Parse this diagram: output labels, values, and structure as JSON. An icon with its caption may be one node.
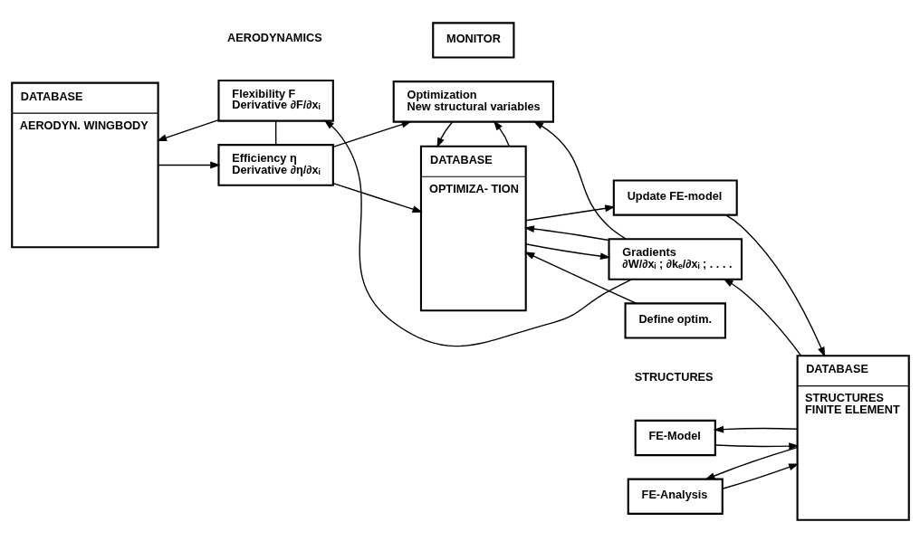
{
  "diagram": {
    "nodes": [
      {
        "text": [
          "DATABASE",
          "AERODYN. WINGBODY"
        ]
      },
      {
        "text": [
          "Flexibility F",
          "Derivative ∂F/∂xᵢ"
        ]
      },
      {
        "text": [
          "Efficiency η",
          "Derivative ∂η/∂xᵢ"
        ]
      },
      {
        "text": [
          "MONITOR"
        ]
      },
      {
        "text": [
          "DATABASE",
          "OPTIMIZA- TION"
        ]
      },
      {
        "text": [
          "FE-Model"
        ]
      },
      {
        "text": [
          "Define optim."
        ]
      },
      {
        "text": [
          "Update FE-model"
        ]
      },
      {
        "text": [
          "FE-Analysis"
        ]
      },
      {
        "text": [
          "Gradients",
          "∂W/∂xᵢ ; ∂kₑ/∂xᵢ ; . . . ."
        ]
      },
      {
        "text": [
          "DATABASE",
          "STRUCTURES",
          "FINITE ELEMENT"
        ]
      },
      {
        "text": [
          "Optimization",
          "New structural variables"
        ]
      }
    ],
    "edges": [
      {
        "from": 1,
        "to": 0,
        "arrow": "to"
      },
      {
        "from": 0,
        "to": 2,
        "arrow": "to"
      },
      {
        "from": 1,
        "to": 2,
        "arrow": "none"
      },
      {
        "from": 2,
        "to": 4,
        "arrow": "to"
      },
      {
        "from": 9,
        "to": 1,
        "arrow": "to"
      },
      {
        "from": 5,
        "to": 10,
        "arrow": "to"
      },
      {
        "from": 10,
        "to": 5,
        "arrow": "to"
      },
      {
        "from": 6,
        "to": 4,
        "arrow": "to"
      },
      {
        "from": 4,
        "to": 7,
        "arrow": "to"
      },
      {
        "from": 7,
        "to": 10,
        "arrow": "to"
      },
      {
        "from": 8,
        "to": 10,
        "arrow": "to"
      },
      {
        "from": 10,
        "to": 8,
        "arrow": "to"
      },
      {
        "from": 10,
        "to": 9,
        "arrow": "to"
      },
      {
        "from": 9,
        "to": 4,
        "arrow": "to"
      },
      {
        "from": 4,
        "to": 9,
        "arrow": "to"
      },
      {
        "from": 4,
        "to": 11,
        "arrow": "to"
      },
      {
        "from": 11,
        "to": 4,
        "arrow": "to"
      },
      {
        "from": 2,
        "to": 11,
        "arrow": "to"
      },
      {
        "from": 9,
        "to": 11,
        "arrow": "to"
      }
    ],
    "labels": [
      "AERODYNAMICS",
      "STRUCTURES"
    ]
  }
}
